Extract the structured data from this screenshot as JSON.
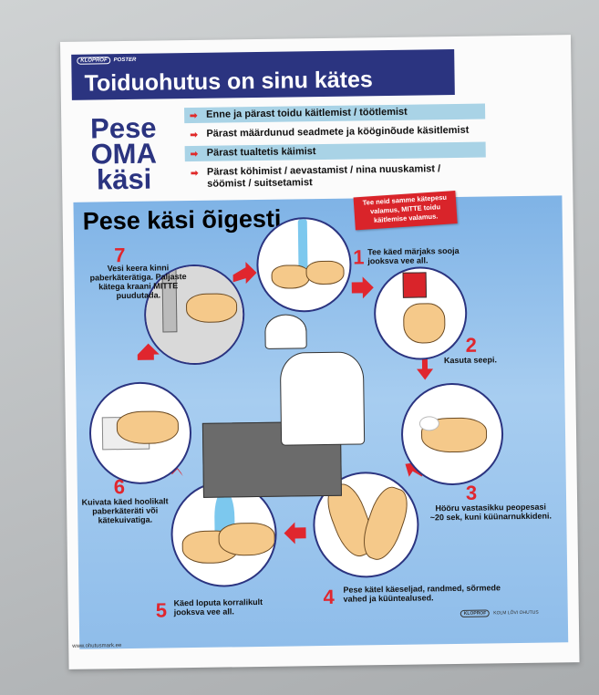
{
  "poster": {
    "brand": "KLOPROF",
    "brand_suffix": "POSTER",
    "title": "Toiduohutus on sinu kätes",
    "pese_oma_kasi": [
      "Pese",
      "OMA",
      "käsi"
    ],
    "bullets": [
      "Enne ja pärast toidu käitlemist / töötlemist",
      "Pärast määrdunud seadmete ja kööginõude käsitlemist",
      "Pärast tualtetis käimist",
      "Pärast köhimist / aevastamist / nina nuuskamist / söömist / suitsetamist"
    ],
    "subtitle": "Pese käsi õigesti",
    "notice": "Tee neid samme kätepesu valamus, MITTE toidu käitlemise valamus.",
    "steps": [
      {
        "number": "1",
        "text": "Tee käed märjaks sooja jooksva vee all."
      },
      {
        "number": "2",
        "text": "Kasuta seepi."
      },
      {
        "number": "3",
        "text": "Hööru vastasikku peopesasi ~20 sek, kuni küünarnukkideni."
      },
      {
        "number": "4",
        "text": "Pese kätel käeseljad, randmed, sõrmede vahed ja küüntealused."
      },
      {
        "number": "5",
        "text": "Käed loputa korralikult jooksva vee all."
      },
      {
        "number": "6",
        "text": "Kuivata käed hoolikalt paberkäteräti või kätekuivatiga."
      },
      {
        "number": "7",
        "text": "Vesi keera kinni paberkäterätiga. Paljaste kätega kraani MITTE puudutada."
      }
    ],
    "website": "www.ohutusmark.ee",
    "footer_logo_1": "KLOPROF",
    "footer_logo_2": "KOLM LÕVI OHUTUS"
  },
  "colors": {
    "navy": "#2b3480",
    "red": "#e0262e",
    "band": "#a9d3e6",
    "sky": "#8fbdea"
  }
}
